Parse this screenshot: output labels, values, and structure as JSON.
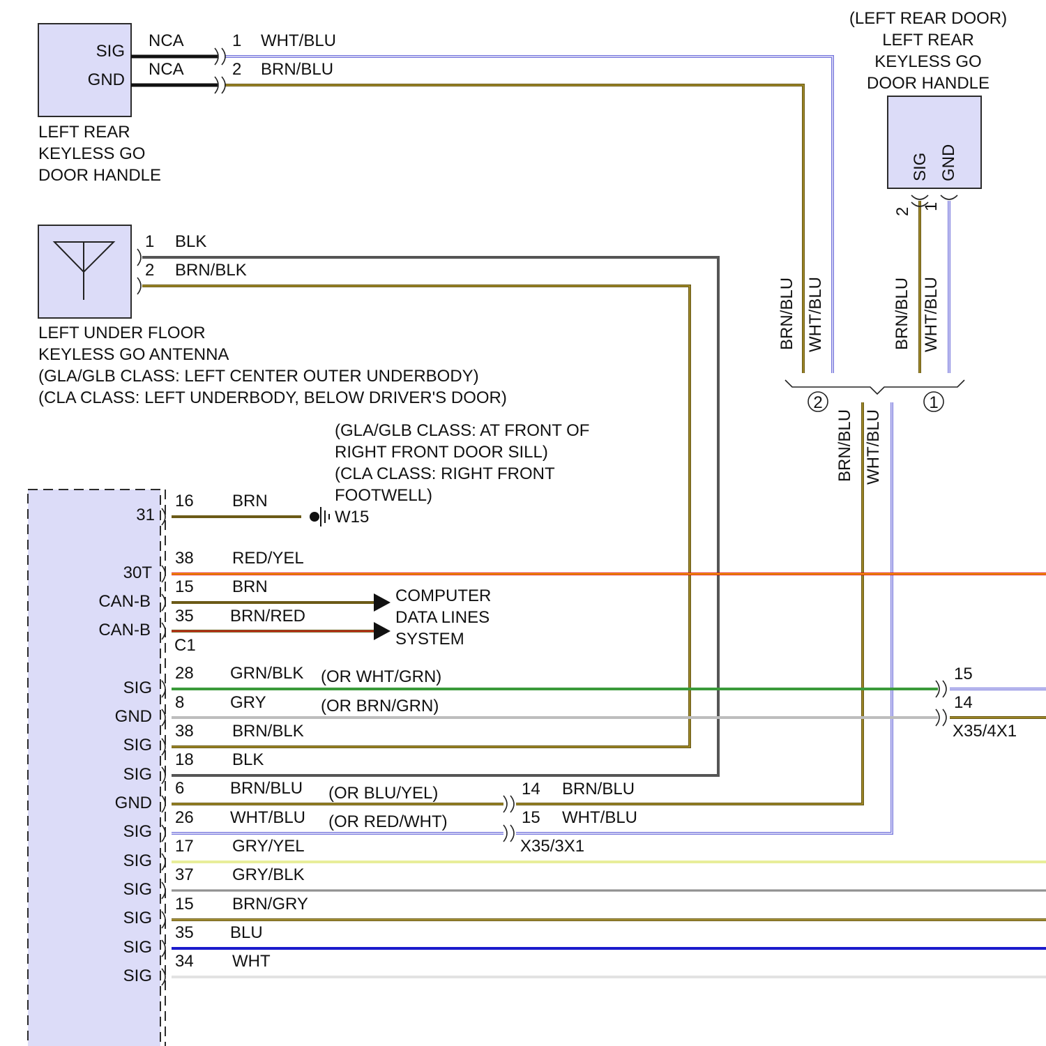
{
  "component_door_handle": {
    "title": [
      "LEFT REAR",
      "KEYLESS GO",
      "DOOR HANDLE"
    ],
    "pins": [
      "SIG",
      "GND"
    ],
    "wires": [
      {
        "ref": "NCA",
        "pin": "1",
        "color": "WHT/BLU"
      },
      {
        "ref": "NCA",
        "pin": "2",
        "color": "BRN/BLU"
      }
    ]
  },
  "component_door_handle_right": {
    "location": "(LEFT REAR DOOR)",
    "title": [
      "LEFT REAR",
      "KEYLESS GO",
      "DOOR HANDLE"
    ],
    "pins": [
      "SIG",
      "GND"
    ],
    "pin_numbers": [
      "2",
      "1"
    ]
  },
  "component_antenna": {
    "title": [
      "LEFT UNDER FLOOR",
      "KEYLESS GO ANTENNA"
    ],
    "notes": [
      "(GLA/GLB CLASS: LEFT CENTER OUTER UNDERBODY)",
      "(CLA CLASS: LEFT UNDERBODY, BELOW DRIVER'S DOOR)"
    ],
    "wires": [
      {
        "pin": "1",
        "color": "BLK"
      },
      {
        "pin": "2",
        "color": "BRN/BLK"
      }
    ]
  },
  "vertical_labels": {
    "upper": [
      "BRN/BLU",
      "WHT/BLU",
      "BRN/BLU",
      "WHT/BLU"
    ],
    "lower": [
      "BRN/BLU",
      "WHT/BLU"
    ],
    "splice_ids": [
      "2",
      "1"
    ]
  },
  "ground": {
    "notes": [
      "(GLA/GLB CLASS: AT FRONT OF",
      "RIGHT FRONT DOOR SILL)",
      "(CLA CLASS: RIGHT FRONT",
      "FOOTWELL)"
    ],
    "id": "W15"
  },
  "computer_data_lines": [
    "COMPUTER",
    "DATA LINES",
    "SYSTEM"
  ],
  "module": {
    "connector_c1": "C1",
    "pins": [
      {
        "fn": "31",
        "pin": "16",
        "color": "BRN",
        "alt": ""
      },
      {
        "fn": "30T",
        "pin": "38",
        "color": "RED/YEL",
        "alt": ""
      },
      {
        "fn": "CAN-B",
        "pin": "15",
        "color": "BRN",
        "alt": ""
      },
      {
        "fn": "CAN-B",
        "pin": "35",
        "color": "BRN/RED",
        "alt": ""
      },
      {
        "fn": "SIG",
        "pin": "28",
        "color": "GRN/BLK",
        "alt": "(OR WHT/GRN)"
      },
      {
        "fn": "GND",
        "pin": "8",
        "color": "GRY",
        "alt": "(OR BRN/GRN)"
      },
      {
        "fn": "SIG",
        "pin": "38",
        "color": "BRN/BLK",
        "alt": ""
      },
      {
        "fn": "SIG",
        "pin": "18",
        "color": "BLK",
        "alt": ""
      },
      {
        "fn": "GND",
        "pin": "6",
        "color": "BRN/BLU",
        "alt": "(OR BLU/YEL)"
      },
      {
        "fn": "SIG",
        "pin": "26",
        "color": "WHT/BLU",
        "alt": "(OR RED/WHT)"
      },
      {
        "fn": "SIG",
        "pin": "17",
        "color": "GRY/YEL",
        "alt": ""
      },
      {
        "fn": "SIG",
        "pin": "37",
        "color": "GRY/BLK",
        "alt": ""
      },
      {
        "fn": "SIG",
        "pin": "15",
        "color": "BRN/GRY",
        "alt": ""
      },
      {
        "fn": "SIG",
        "pin": "35",
        "color": "BLU",
        "alt": ""
      },
      {
        "fn": "SIG",
        "pin": "34",
        "color": "WHT",
        "alt": ""
      }
    ]
  },
  "connector_x35_3x1": {
    "name": "X35/3X1",
    "pins": [
      {
        "pin": "14",
        "color": "BRN/BLU"
      },
      {
        "pin": "15",
        "color": "WHT/BLU"
      }
    ]
  },
  "connector_x35_4x1": {
    "name": "X35/4X1",
    "pins": [
      "15",
      "14"
    ]
  },
  "wire_colors": {
    "WHT": "#e2e2e2",
    "BLU": "#1a1acc",
    "BRN": "#6b5a17",
    "BLK": "#555555",
    "RED": "#e01a1a",
    "YEL": "#f2e600",
    "GRN": "#3a9a3a",
    "GRY": "#bdbdbd",
    "lightBLU": "#7777dd",
    "olive": "#b8a030"
  }
}
